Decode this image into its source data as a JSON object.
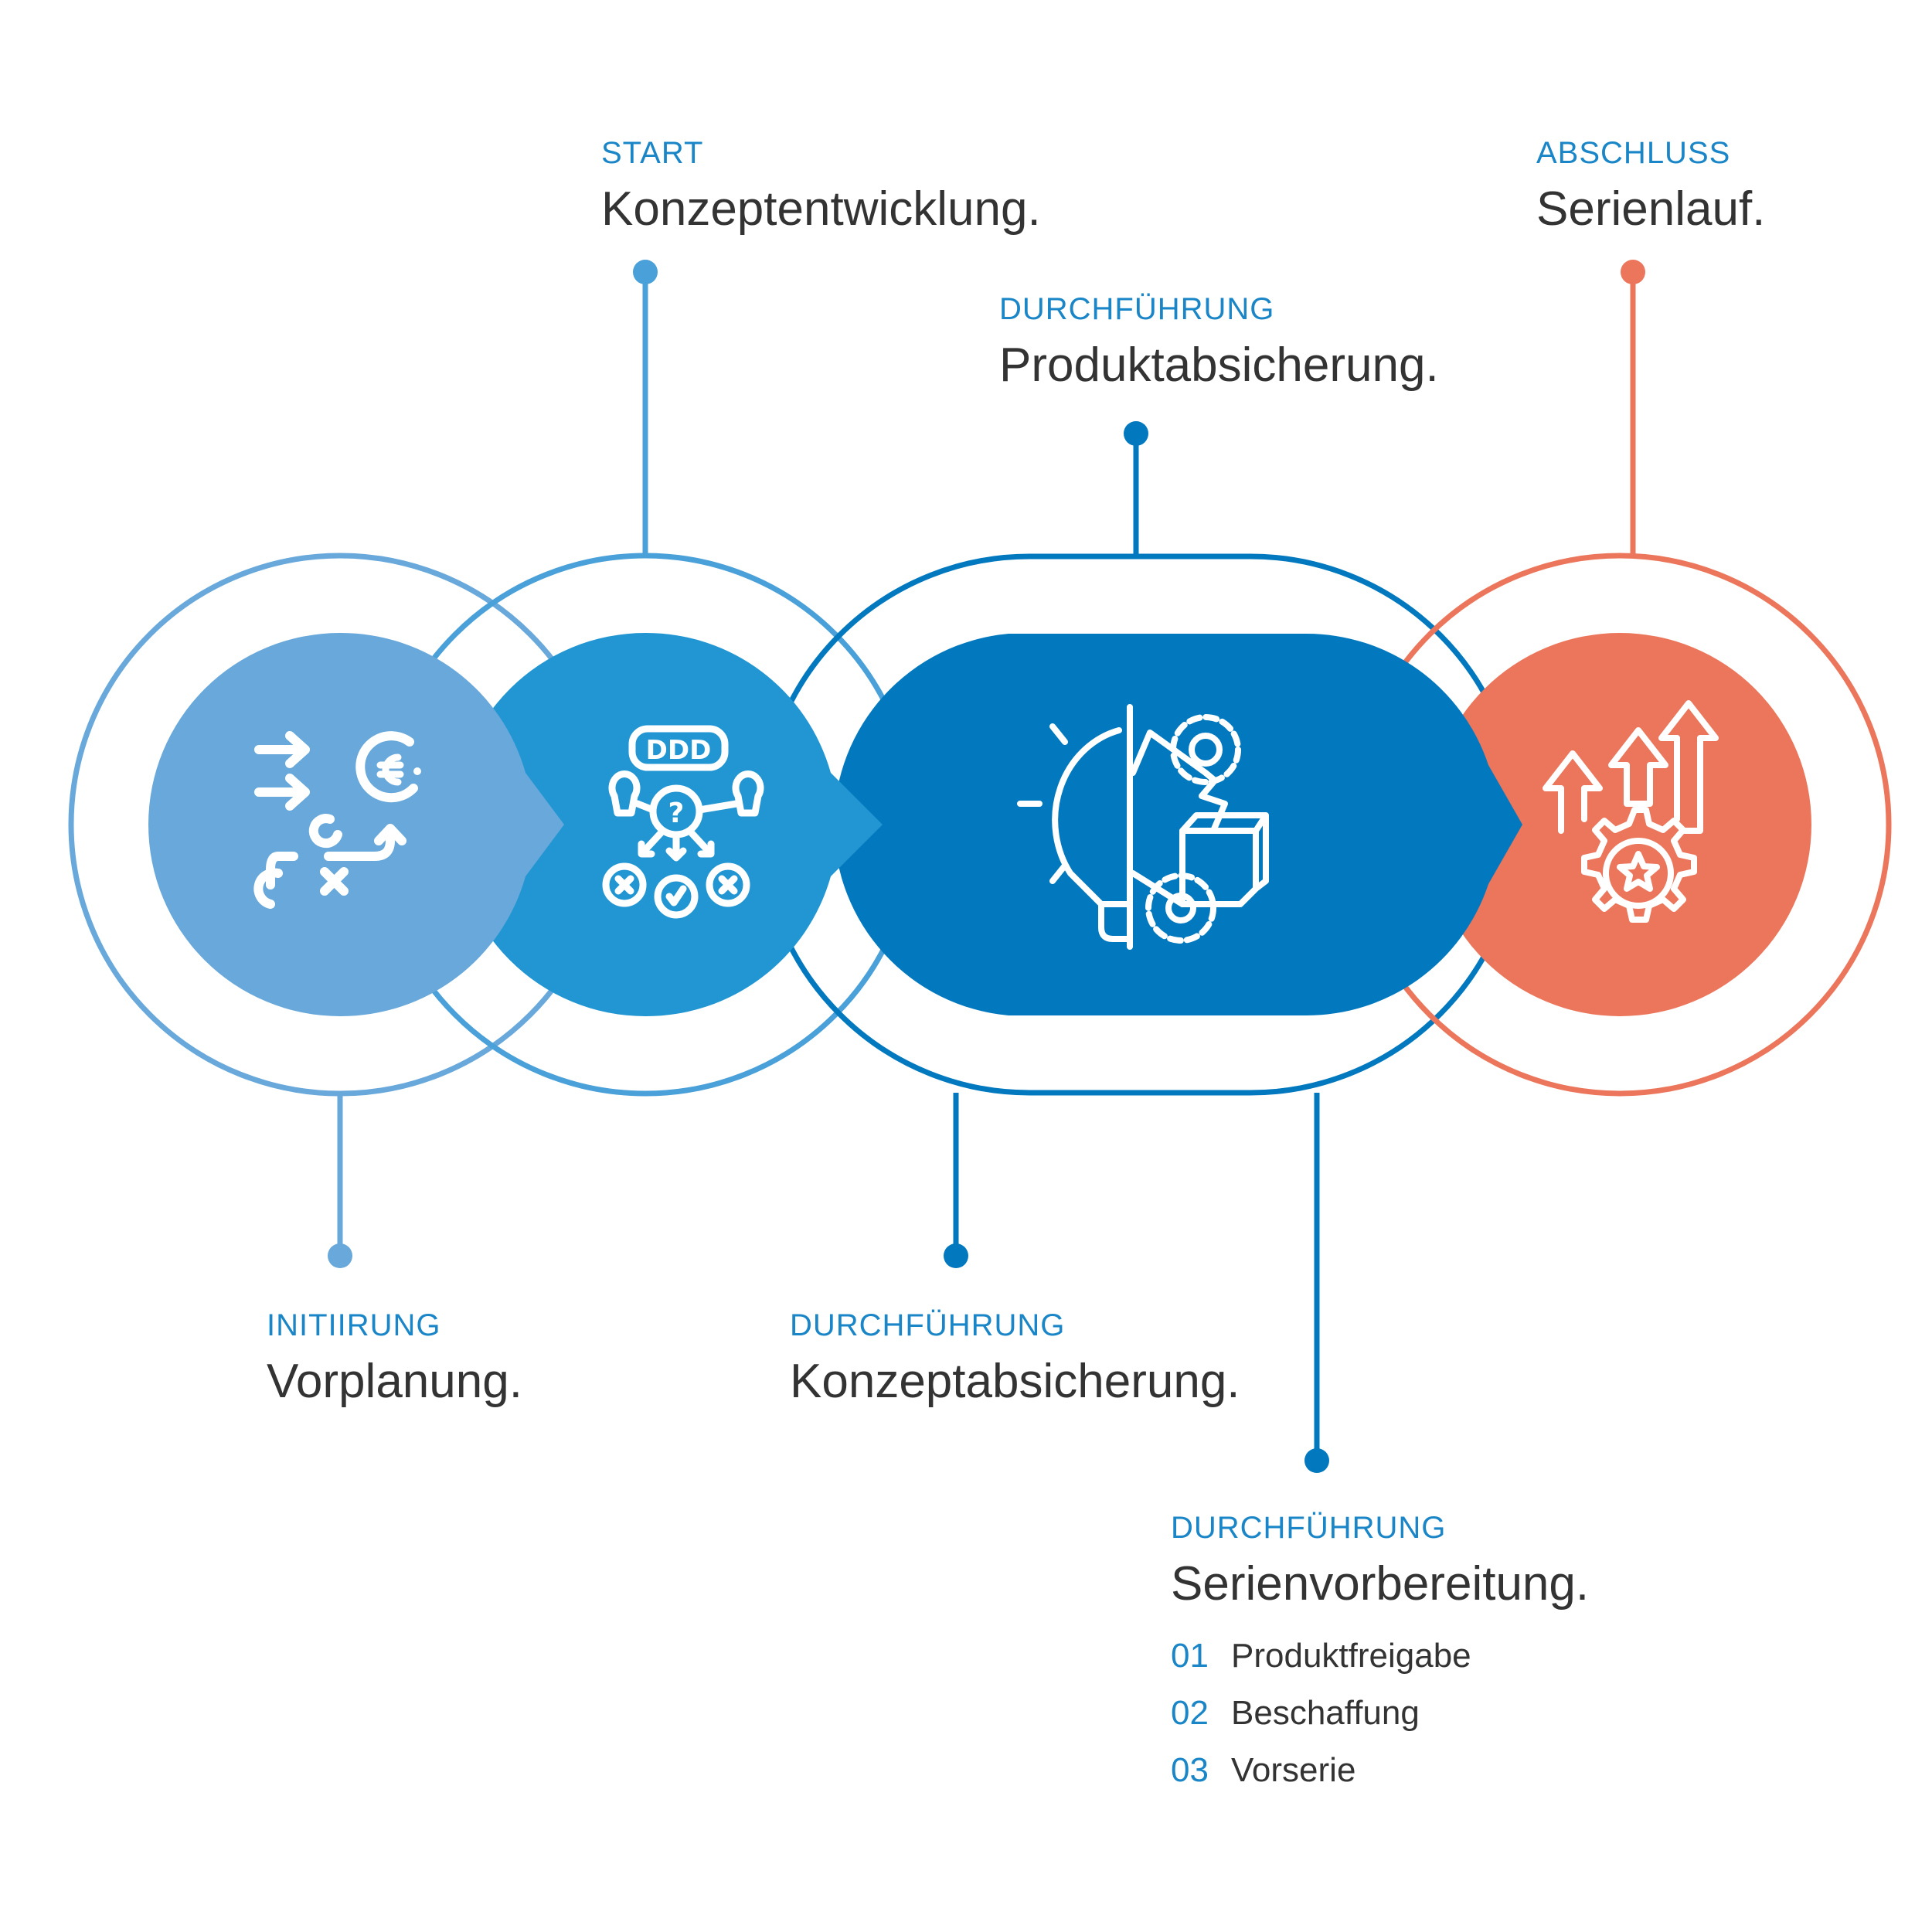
{
  "colors": {
    "phase_light": "#68a8da",
    "phase_mid": "#2296d2",
    "phase_dark": "#0279bf",
    "phase_accent": "#ec765b",
    "kicker_text": "#1a86c7",
    "title_text": "#333333"
  },
  "phases": [
    {
      "id": "vorplanung",
      "kicker": "INITIIRUNG",
      "title": "Vorplanung.",
      "icon": "strategy-euro-icon",
      "color_key": "phase_light",
      "label_side": "bottom"
    },
    {
      "id": "konzeptentwicklung",
      "kicker": "START",
      "title": "Konzeptentwicklung.",
      "icon": "decision-tree-icon",
      "color_key": "phase_mid",
      "label_side": "top"
    },
    {
      "id": "konzeptabsicherung",
      "kicker": "DURCHFÜHRUNG",
      "title": "Konzeptabsicherung.",
      "icon": "idea-product-gears-icon",
      "color_key": "phase_dark",
      "label_side": "bottom"
    },
    {
      "id": "produktabsicherung",
      "kicker": "DURCHFÜHRUNG",
      "title": "Produktabsicherung.",
      "icon": "idea-product-gears-icon",
      "color_key": "phase_dark",
      "label_side": "top"
    },
    {
      "id": "serienvorbereitung",
      "kicker": "DURCHFÜHRUNG",
      "title": "Serienvorbereitung.",
      "color_key": "phase_dark",
      "label_side": "bottom",
      "subitems": [
        {
          "num": "01",
          "label": "Produktfreigabe"
        },
        {
          "num": "02",
          "label": "Beschaffung"
        },
        {
          "num": "03",
          "label": "Vorserie"
        }
      ]
    },
    {
      "id": "serienlauf",
      "kicker": "ABSCHLUSS",
      "title": "Serienlauf.",
      "icon": "growth-gear-star-icon",
      "color_key": "phase_accent",
      "label_side": "top"
    }
  ]
}
